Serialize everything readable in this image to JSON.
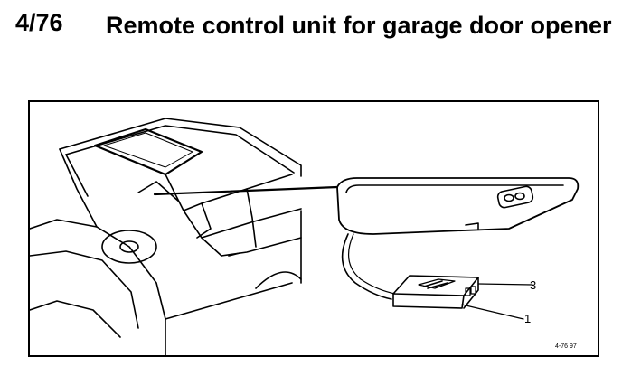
{
  "heading": {
    "number": "4/76",
    "title": "Remote control unit for garage door opener"
  },
  "figure": {
    "callouts": [
      "3",
      "1"
    ],
    "figure_id": "4-76  97"
  }
}
